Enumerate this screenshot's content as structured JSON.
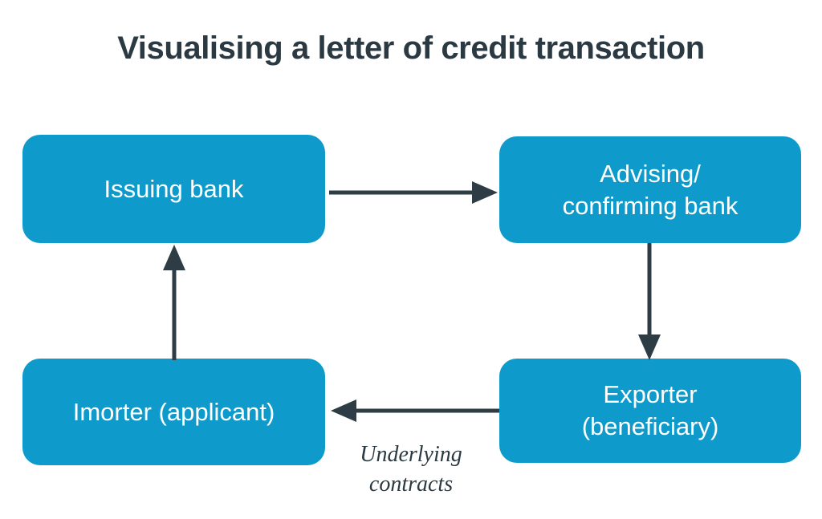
{
  "page": {
    "title": "Visualising a letter of credit transaction",
    "background_color": "#ffffff"
  },
  "theme": {
    "node_fill": "#0e9bcc",
    "node_text": "#ffffff",
    "arrow_color": "#2e3d45",
    "title_color": "#2b3a42",
    "caption_color": "#2b3a42"
  },
  "diagram": {
    "nodes": [
      {
        "id": "issuing-bank",
        "label": "Issuing bank",
        "position": "top-left"
      },
      {
        "id": "advising-confirming-bank",
        "label": "Advising/\nconfirming bank",
        "position": "top-right"
      },
      {
        "id": "importer-applicant",
        "label": "Imorter (applicant)",
        "position": "bottom-left"
      },
      {
        "id": "exporter-beneficiary",
        "label": "Exporter\n(beneficiary)",
        "position": "bottom-right"
      }
    ],
    "connectors": [
      {
        "id": "issuing-to-advising",
        "from": "issuing-bank",
        "to": "advising-confirming-bank",
        "direction": "right",
        "label": ""
      },
      {
        "id": "advising-to-exporter",
        "from": "advising-confirming-bank",
        "to": "exporter-beneficiary",
        "direction": "down",
        "label": ""
      },
      {
        "id": "exporter-to-importer",
        "from": "exporter-beneficiary",
        "to": "importer-applicant",
        "direction": "left",
        "label": "Underlying\ncontracts"
      },
      {
        "id": "importer-to-issuing",
        "from": "importer-applicant",
        "to": "issuing-bank",
        "direction": "up",
        "label": ""
      }
    ]
  }
}
